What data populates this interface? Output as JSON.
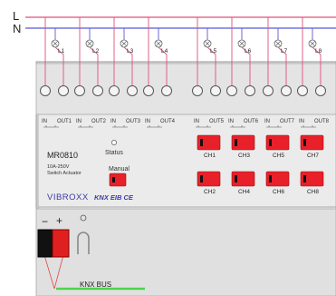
{
  "lines": {
    "live": "L",
    "neutral": "N"
  },
  "lamps": [
    "L1",
    "L2",
    "L3",
    "L4",
    "L5",
    "L6",
    "L7",
    "L8"
  ],
  "terminal_groups": [
    {
      "in": "IN",
      "out": "OUT1"
    },
    {
      "in": "IN",
      "out": "OUT2"
    },
    {
      "in": "IN",
      "out": "OUT3"
    },
    {
      "in": "IN",
      "out": "OUT4"
    },
    {
      "in": "IN",
      "out": "OUT5"
    },
    {
      "in": "IN",
      "out": "OUT6"
    },
    {
      "in": "IN",
      "out": "OUT7"
    },
    {
      "in": "IN",
      "out": "OUT8"
    }
  ],
  "device": {
    "model": "MR0810",
    "spec_line1": "10A-250V",
    "spec_line2": "Switch Actuator",
    "status_label": "Status",
    "manual_label": "Manual",
    "brand": "VIBROXX",
    "cert_marks": "KNX EIB CE"
  },
  "channels": [
    "CH1",
    "CH3",
    "CH5",
    "CH7",
    "CH2",
    "CH4",
    "CH6",
    "CH8"
  ],
  "bus": {
    "polarity_minus": "−",
    "polarity_plus": "+",
    "label": "KNX BUS"
  },
  "colors": {
    "phase": "#e0507a",
    "neutral": "#5a5ad6",
    "button": "#e8202a",
    "bus_wire": "#4cd64c"
  }
}
